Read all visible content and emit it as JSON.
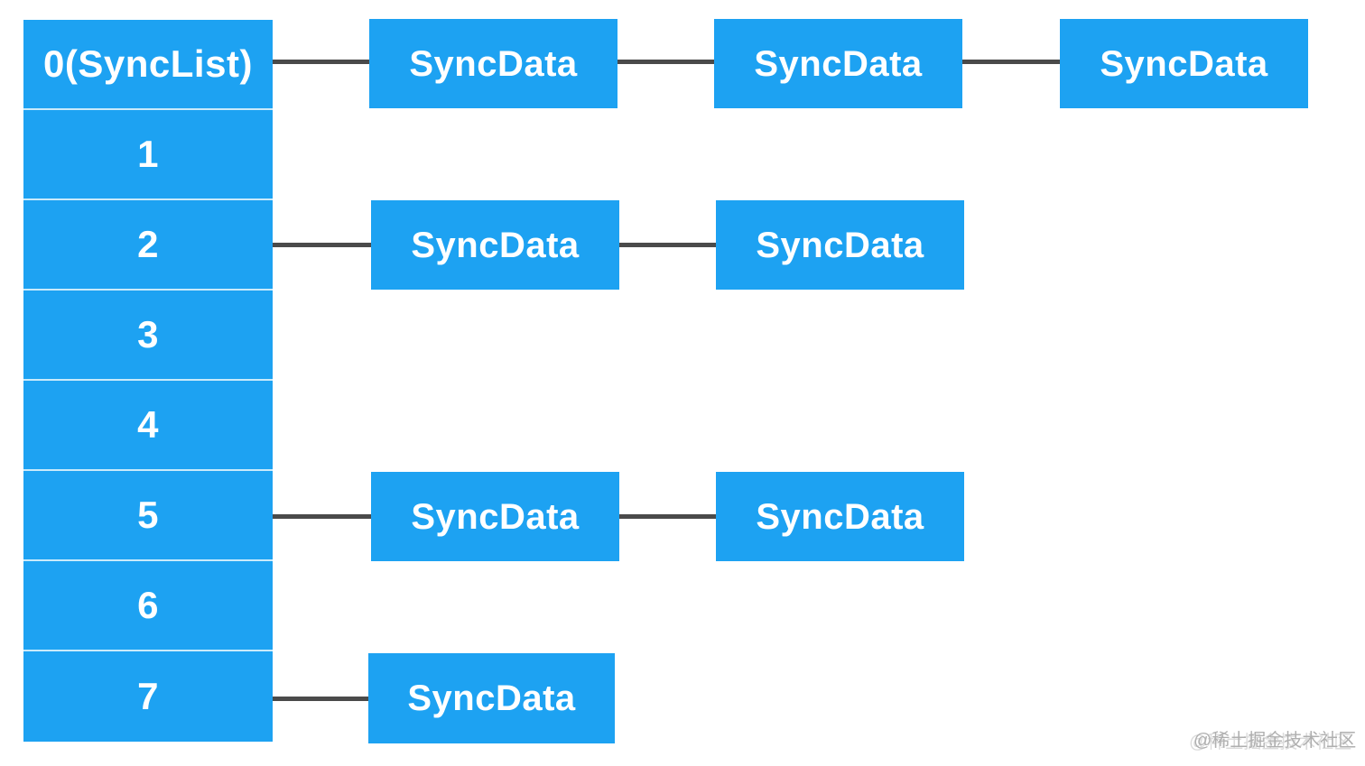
{
  "diagram": {
    "buckets": [
      {
        "label": "0(SyncList)"
      },
      {
        "label": "1"
      },
      {
        "label": "2"
      },
      {
        "label": "3"
      },
      {
        "label": "4"
      },
      {
        "label": "5"
      },
      {
        "label": "6"
      },
      {
        "label": "7"
      }
    ],
    "chains": [
      {
        "bucket_index": 0,
        "nodes": [
          "SyncData",
          "SyncData",
          "SyncData"
        ]
      },
      {
        "bucket_index": 2,
        "nodes": [
          "SyncData",
          "SyncData"
        ]
      },
      {
        "bucket_index": 5,
        "nodes": [
          "SyncData",
          "SyncData"
        ]
      },
      {
        "bucket_index": 7,
        "nodes": [
          "SyncData"
        ]
      }
    ],
    "watermark": "@稀土掘金技术社区",
    "colors": {
      "box-blue": "#1da2f2",
      "cell-divider": "#c9eafb",
      "connector-gray": "#4a4a4a",
      "label-white": "#ffffff",
      "watermark-gray": "#9c9c9c",
      "background": "#ffffff"
    }
  }
}
